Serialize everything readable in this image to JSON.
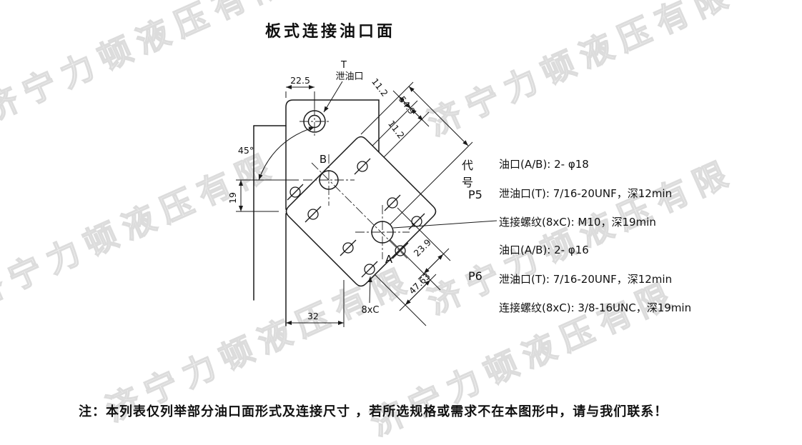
{
  "page": {
    "title": "板式连接油口面",
    "note": "注：本列表仅列举部分油口面形式及连接尺寸 ，若所选规格或需求不在本图形中，请与我们联系！"
  },
  "watermark": {
    "text": "济宁力顿液压有限"
  },
  "drawing": {
    "labels": {
      "t": "T",
      "drain": "泄油口",
      "b": "B",
      "a": "A",
      "bolt": "8xC"
    },
    "dims": {
      "top_width": "22.5",
      "offset1": "11.2",
      "offset2": "11.2",
      "diag_span": "54.9",
      "angle": "45°",
      "left_height": "19",
      "bottom_width": "32",
      "pitch1": "23.9",
      "pitch2": "47.63"
    }
  },
  "spec_table": {
    "code_header": "代号",
    "rows": [
      {
        "code": "P5",
        "specs": [
          "油口(A/B): 2- φ18",
          "泄油口(T): 7/16-20UNF，深12min",
          "连接螺纹(8xC): M10，深19min"
        ]
      },
      {
        "code": "P6",
        "specs": [
          "油口(A/B): 2- φ16",
          "泄油口(T): 7/16-20UNF，深12min",
          "连接螺纹(8xC): 3/8-16UNC，深19min"
        ]
      }
    ]
  }
}
